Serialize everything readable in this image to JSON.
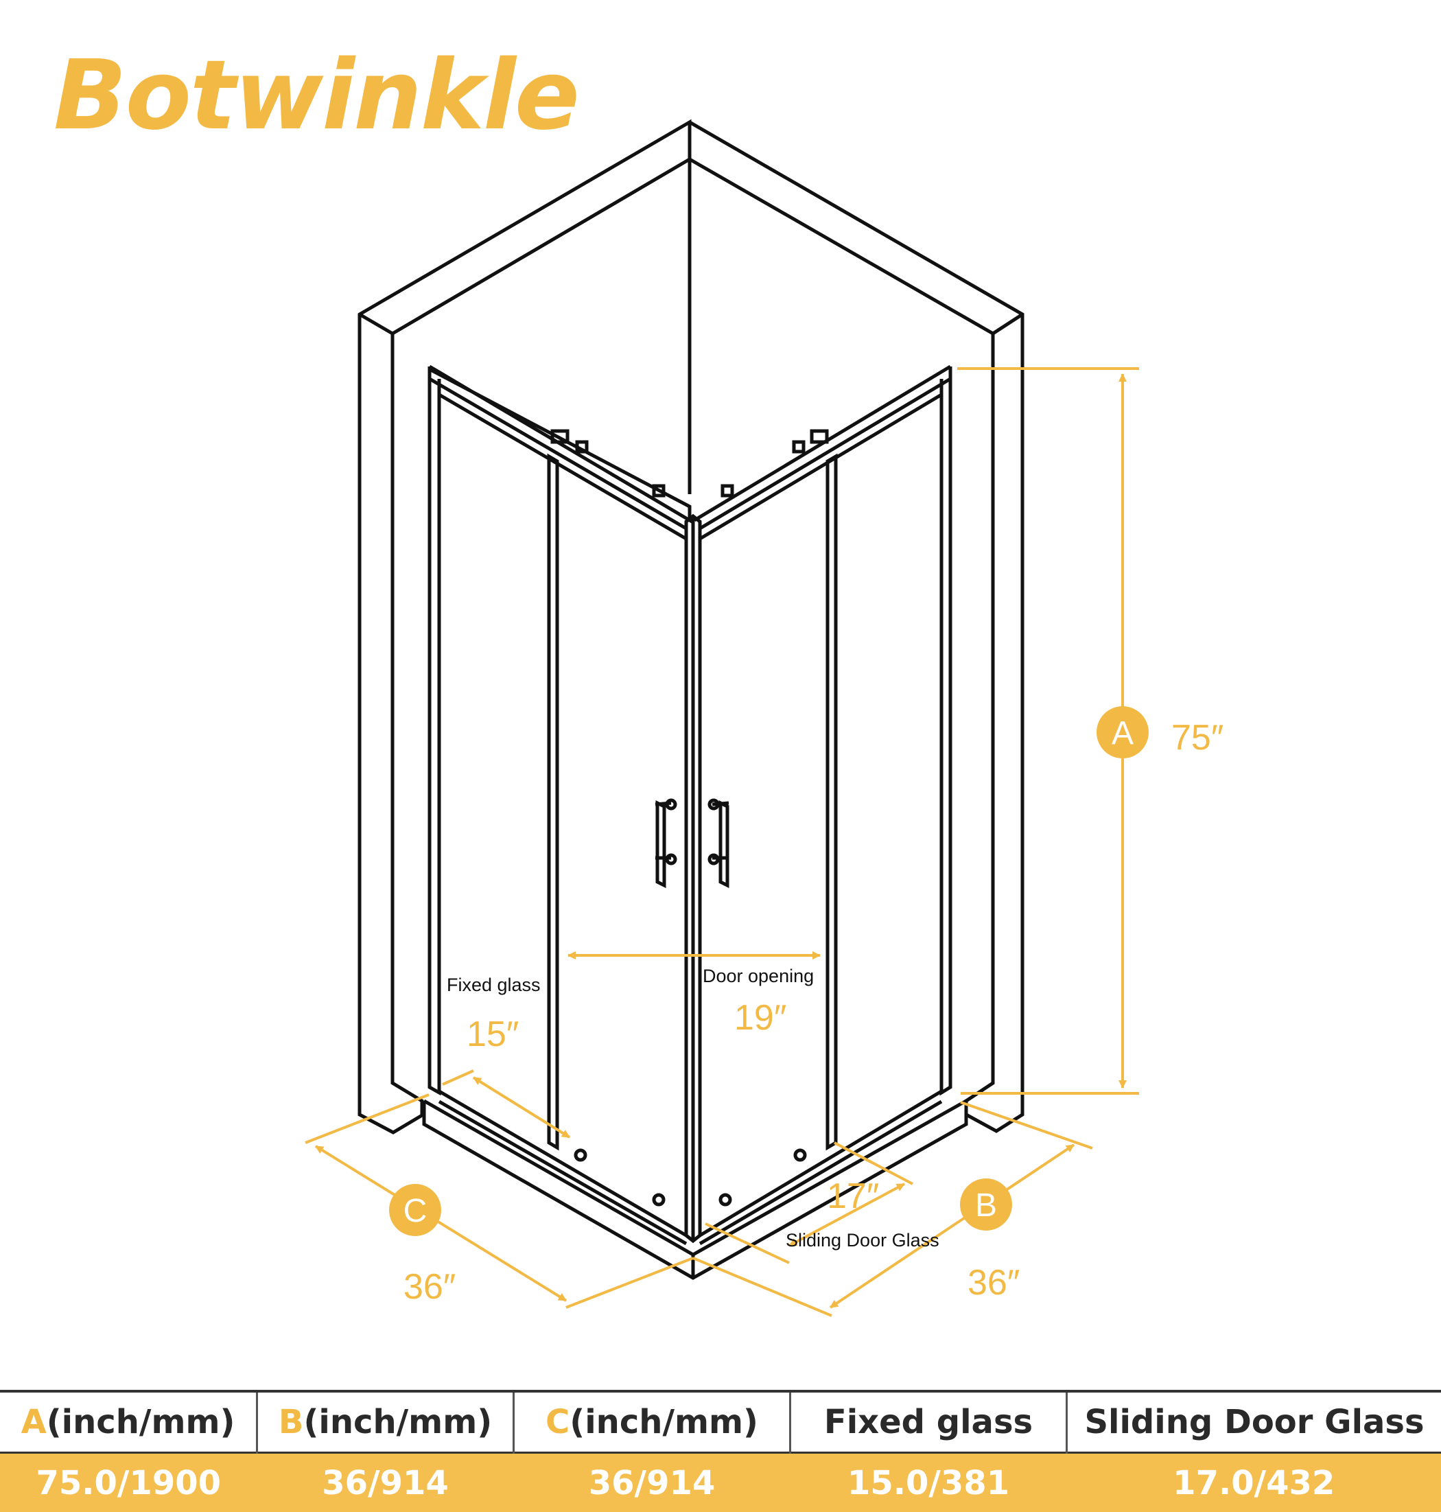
{
  "brand": {
    "name": "Botwinkle"
  },
  "colors": {
    "accent": "#F2BA45",
    "line": "#111111",
    "table_fill": "#F4BF4F"
  },
  "labels": {
    "a_letter": "A",
    "b_letter": "B",
    "c_letter": "C",
    "height": "75″",
    "width_b": "36″",
    "width_c": "36″",
    "fixed_glass_title": "Fixed glass",
    "fixed_glass_value": "15″",
    "door_opening_title": "Door opening",
    "door_opening_value": "19″",
    "sliding_door_title": "Sliding Door Glass",
    "sliding_door_value": "17″"
  },
  "table": {
    "headers": [
      {
        "letter": "A",
        "text": "(inch/mm)"
      },
      {
        "letter": "B",
        "text": "(inch/mm)"
      },
      {
        "letter": "C",
        "text": "(inch/mm)"
      },
      {
        "letter": "",
        "text": "Fixed glass"
      },
      {
        "letter": "",
        "text": "Sliding Door Glass"
      }
    ],
    "values": [
      "75.0/1900",
      "36/914",
      "36/914",
      "15.0/381",
      "17.0/432"
    ]
  }
}
